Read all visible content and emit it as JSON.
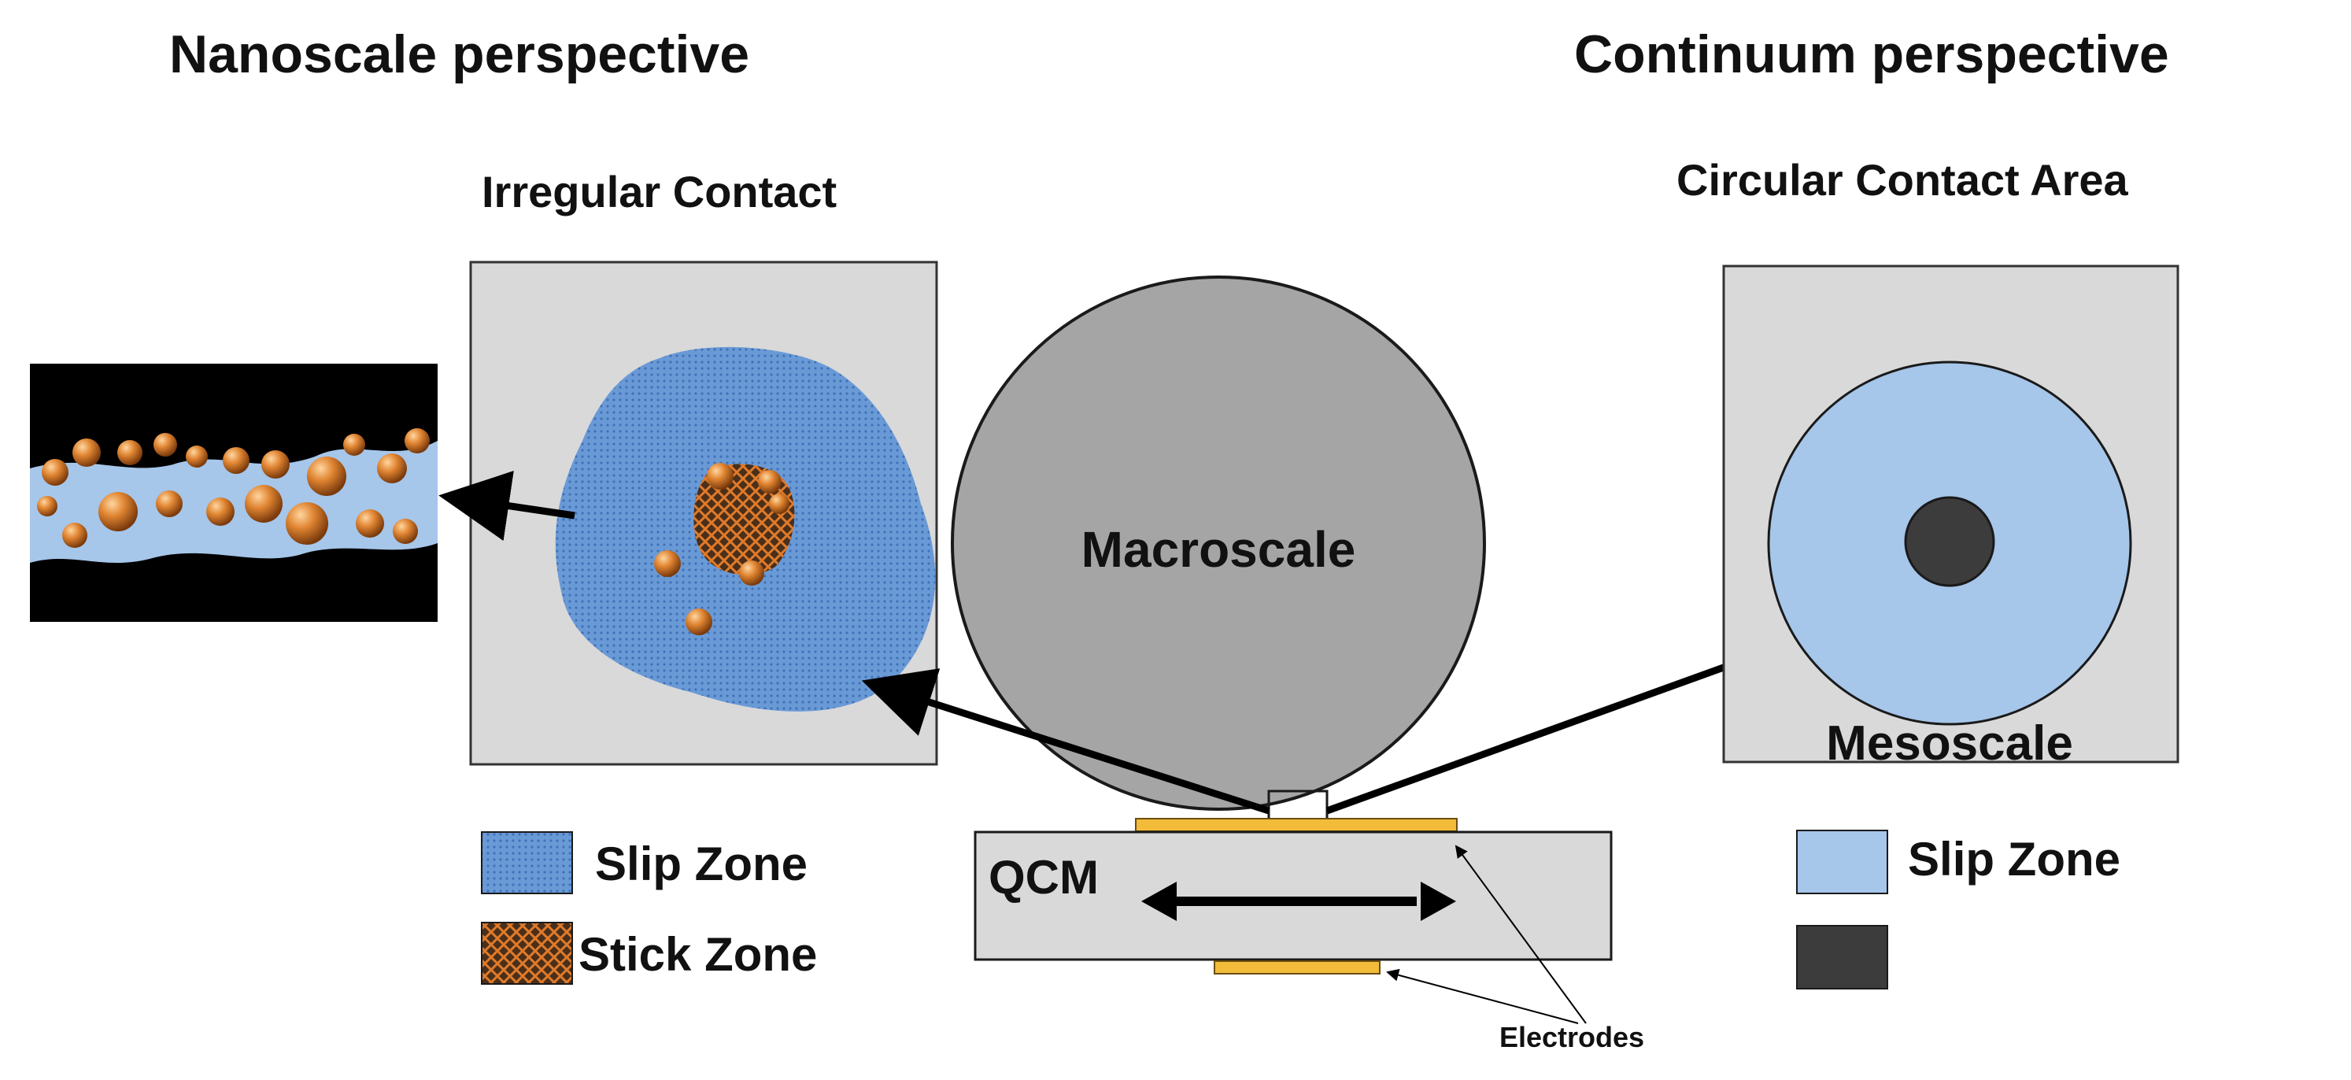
{
  "headings": {
    "nanoscale": "Nanoscale perspective",
    "continuum": "Continuum perspective"
  },
  "panels": {
    "irregular": {
      "title": "Irregular Contact"
    },
    "circular": {
      "title": "Circular Contact Area",
      "inner_label": "Mesoscale"
    }
  },
  "center": {
    "sphere_label": "Macroscale",
    "qcm_label": "QCM",
    "electrodes_label": "Electrodes"
  },
  "legend_left": {
    "slip": "Slip Zone",
    "stick": "Stick Zone"
  },
  "legend_right": {
    "slip": "Slip Zone",
    "stick": ""
  },
  "colors": {
    "panel_bg": "#d9d9d9",
    "slip_blue_dotted": "#5b8fd0",
    "slip_blue_light": "#a6c6ea",
    "stick_core": "#3c3c3c",
    "particle_orange": "#d07a2c",
    "electrode_gold": "#f2bc3a",
    "sphere_gray": "#a5a5a5",
    "outline": "#1a1a1a"
  }
}
